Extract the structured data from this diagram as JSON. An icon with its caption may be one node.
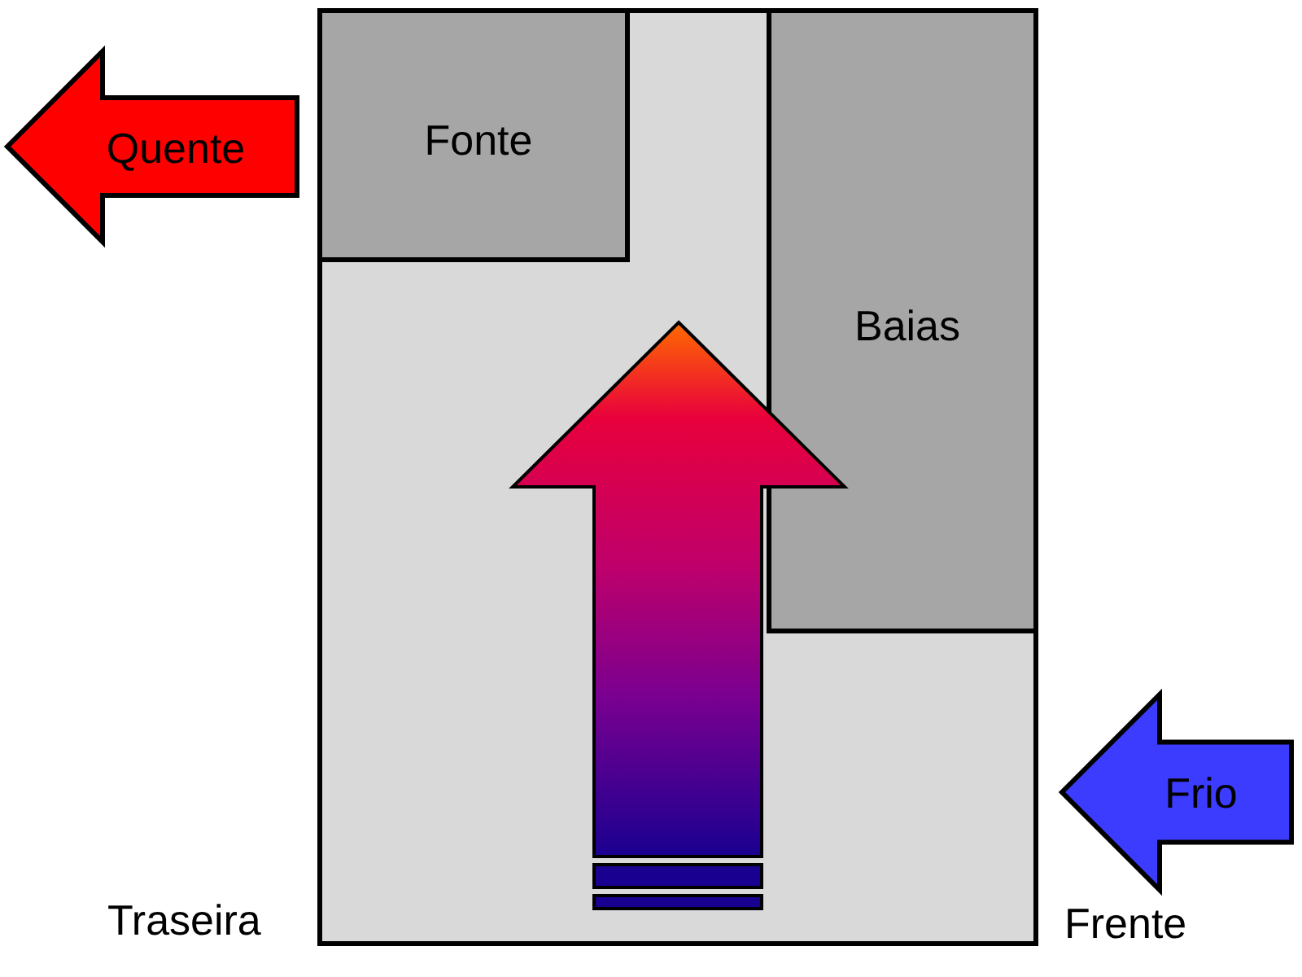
{
  "diagram": {
    "nodes": [
      {
        "text": [],
        "shape": "box"
      },
      {
        "text": [
          "Quente"
        ]
      },
      {
        "text": [
          "Fonte"
        ],
        "in": 0
      },
      {
        "text": [
          "Baias"
        ],
        "in": 0
      },
      {
        "text": [
          "Frio"
        ]
      }
    ],
    "labels": [
      "Traseira",
      "Frente"
    ]
  }
}
